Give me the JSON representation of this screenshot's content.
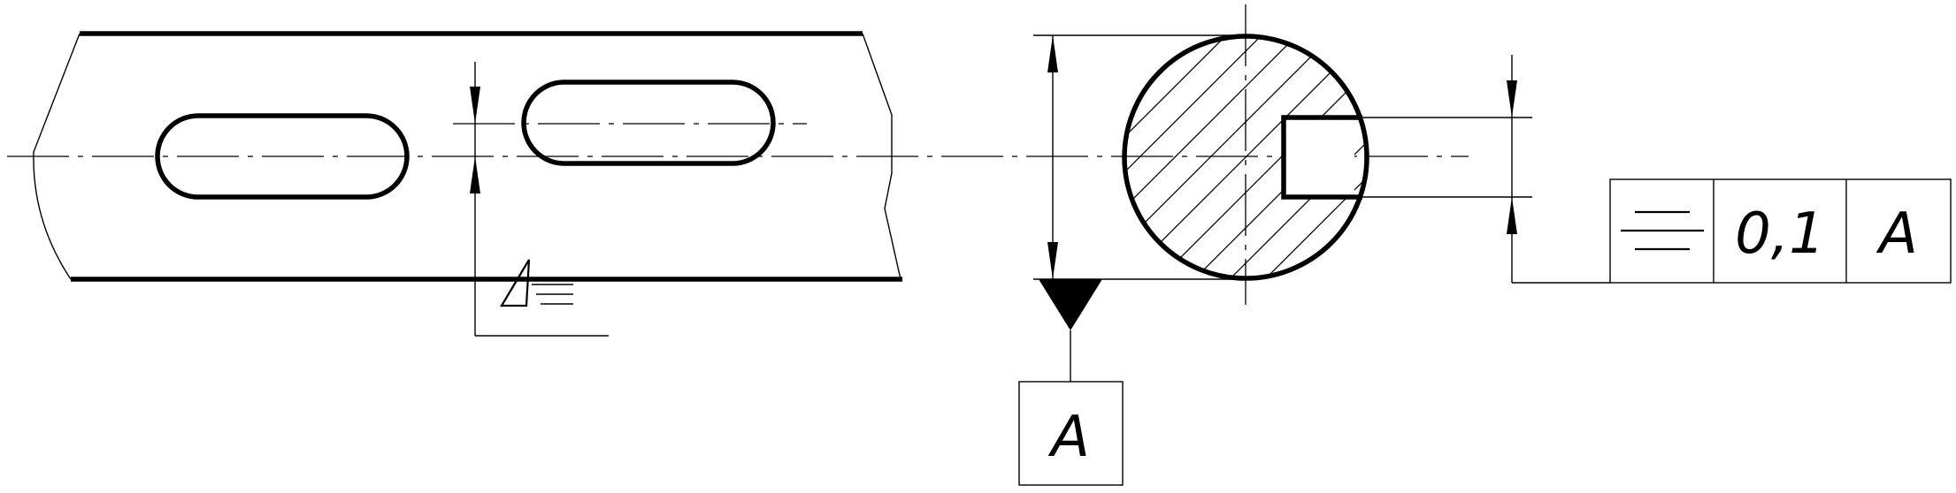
{
  "datum_box_label": "A",
  "fcf": {
    "symbol_name": "symmetry-symbol",
    "tolerance_value": "0,1",
    "datum_reference": "A"
  },
  "shaft_view_datum_symbol": "A"
}
